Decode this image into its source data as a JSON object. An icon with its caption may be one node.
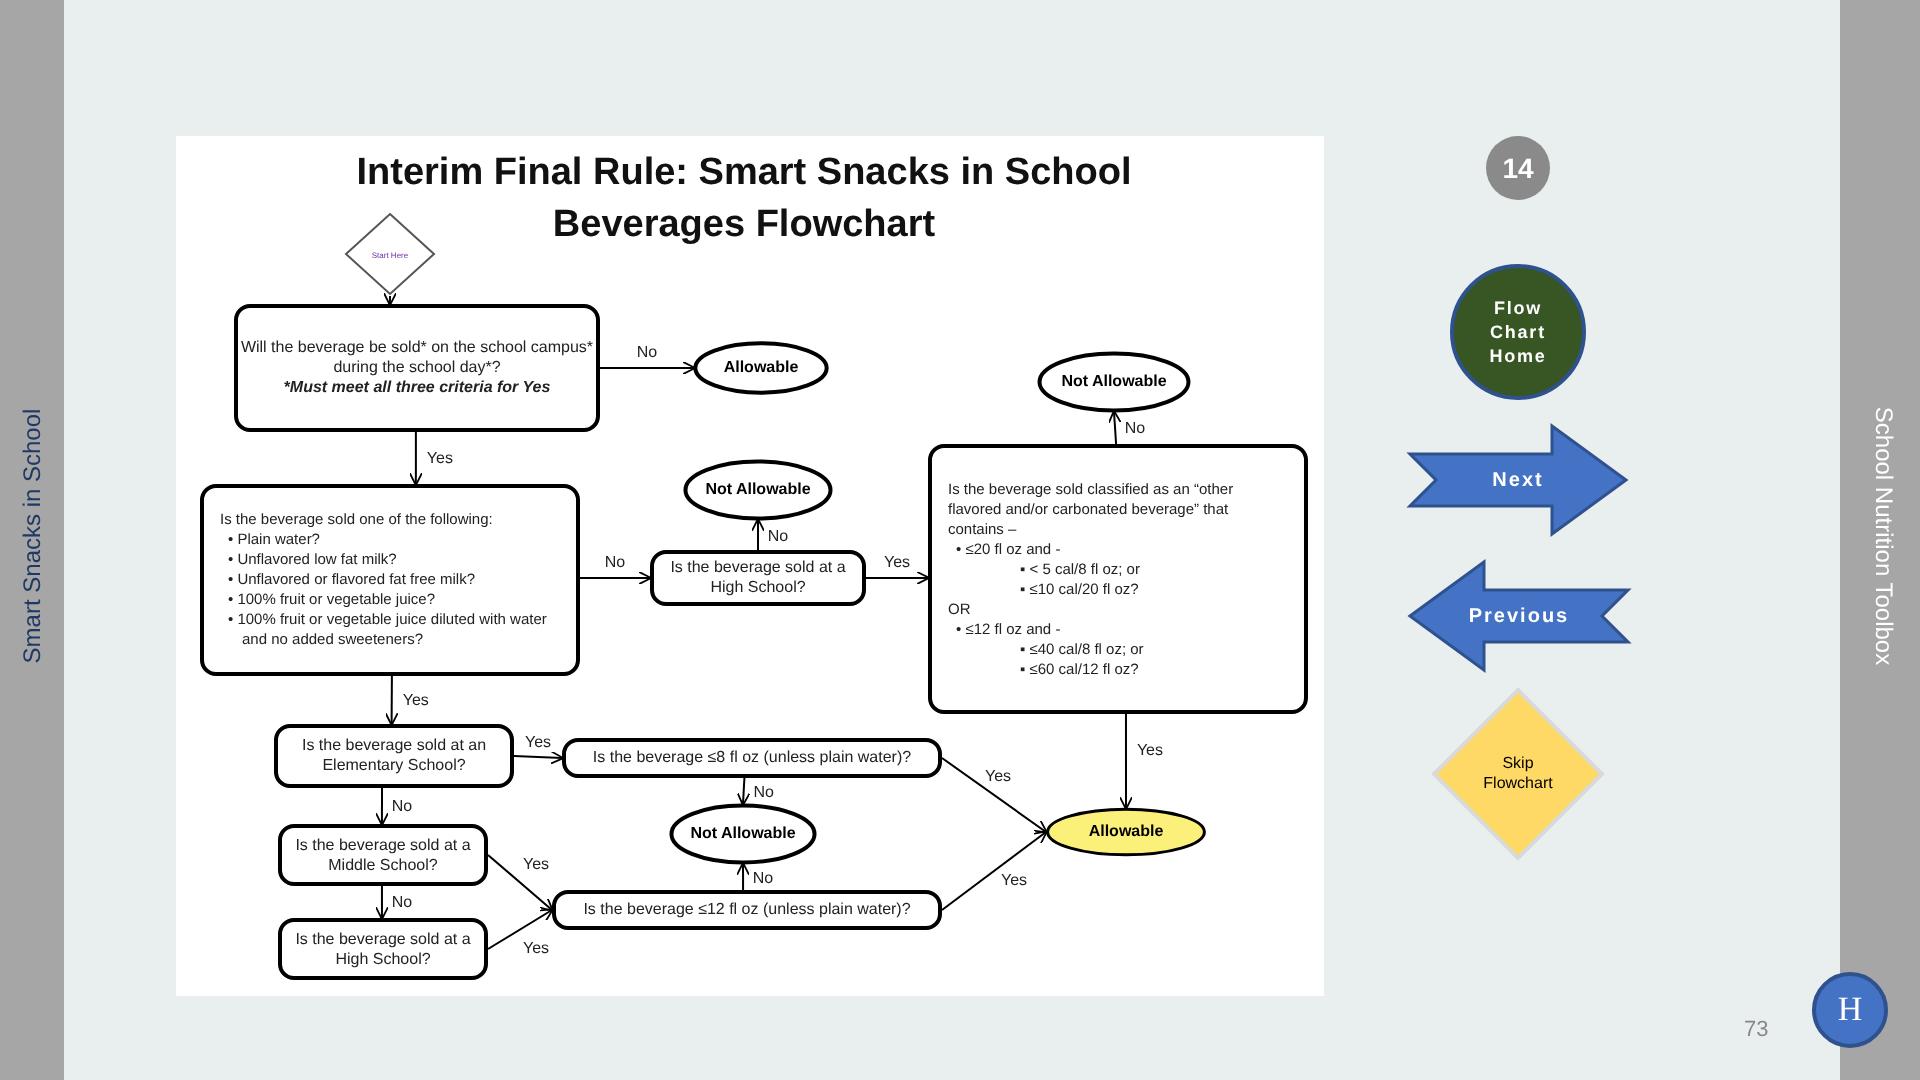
{
  "diagram": {
    "title": "Interim Final Rule: Smart Snacks in School Beverages Flowchart",
    "nodes": [
      {
        "text": [
          "Start Here"
        ]
      },
      {
        "text": [
          "Will the beverage be sold* on the school campus* during the school day*?",
          "*Must meet all three criteria for Yes"
        ]
      },
      {
        "text": [
          "Allowable"
        ]
      },
      {
        "text": [
          "Is the beverage sold one of the following:",
          "• Plain water?",
          "• Unflavored low fat milk?",
          "• Unflavored or flavored fat free milk?",
          "• 100% fruit or vegetable juice?",
          "• 100% fruit or vegetable juice diluted with water and no added sweeteners?"
        ]
      },
      {
        "text": [
          "Not Allowable"
        ]
      },
      {
        "text": [
          "Is the beverage sold at a High School?"
        ]
      },
      {
        "text": [
          "Not Allowable"
        ]
      },
      {
        "text": [
          "Is the beverage sold classified as an “other flavored and/or carbonated beverage” that contains –",
          "• ≤20 fl oz and -",
          "▪ < 5 cal/8 fl oz; or",
          "▪ ≤10 cal/20 fl oz?",
          "OR",
          "• ≤12 fl oz and -",
          "▪ ≤40 cal/8 fl oz; or",
          "▪ ≤60 cal/12 fl oz?"
        ]
      },
      {
        "text": [
          "Is the beverage sold at an Elementary School?"
        ]
      },
      {
        "text": [
          "Is the beverage ≤8 fl oz (unless plain water)?"
        ]
      },
      {
        "text": [
          "Not Allowable"
        ]
      },
      {
        "text": [
          "Allowable"
        ]
      },
      {
        "text": [
          "Is the beverage sold at a Middle School?"
        ]
      },
      {
        "text": [
          "Is the beverage ≤12 fl oz (unless plain water)?"
        ]
      },
      {
        "text": [
          "Is the beverage sold at a High School?"
        ]
      },
      {
        "text": [
          "14"
        ]
      },
      {
        "text": [
          "Flow Chart Home"
        ]
      },
      {
        "text": [
          "Next"
        ]
      },
      {
        "text": [
          "Previous"
        ]
      },
      {
        "text": [
          "Skip Flowchart"
        ]
      },
      {
        "text": [
          "H"
        ]
      }
    ],
    "edges": [
      {
        "from": 0,
        "to": 1,
        "arrow": "to"
      },
      {
        "from": 1,
        "to": 2,
        "arrow": "to",
        "label": "No"
      },
      {
        "from": 1,
        "to": 3,
        "arrow": "to",
        "label": "Yes"
      },
      {
        "from": 3,
        "to": 5,
        "arrow": "to",
        "label": "No"
      },
      {
        "from": 5,
        "to": 4,
        "arrow": "to",
        "label": "No"
      },
      {
        "from": 5,
        "to": 7,
        "arrow": "to",
        "label": "Yes"
      },
      {
        "from": 7,
        "to": 6,
        "arrow": "to",
        "label": "No"
      },
      {
        "from": 7,
        "to": 11,
        "arrow": "to",
        "label": "Yes"
      },
      {
        "from": 3,
        "to": 8,
        "arrow": "to",
        "label": "Yes"
      },
      {
        "from": 8,
        "to": 9,
        "arrow": "to",
        "label": "Yes"
      },
      {
        "from": 9,
        "to": 10,
        "arrow": "to",
        "label": "No"
      },
      {
        "from": 9,
        "to": 11,
        "arrow": "to",
        "label": "Yes"
      },
      {
        "from": 8,
        "to": 12,
        "arrow": "to",
        "label": "No"
      },
      {
        "from": 12,
        "to": 14,
        "arrow": "to",
        "label": "No"
      },
      {
        "from": 12,
        "to": 13,
        "arrow": "to",
        "label": "Yes"
      },
      {
        "from": 14,
        "to": 13,
        "arrow": "to",
        "label": "Yes"
      },
      {
        "from": 13,
        "to": 10,
        "arrow": "to",
        "label": "No"
      },
      {
        "from": 13,
        "to": 11,
        "arrow": "to",
        "label": "Yes"
      }
    ],
    "labels": [
      "Smart Snacks in School",
      "School Nutrition Toolbox",
      "73"
    ]
  }
}
